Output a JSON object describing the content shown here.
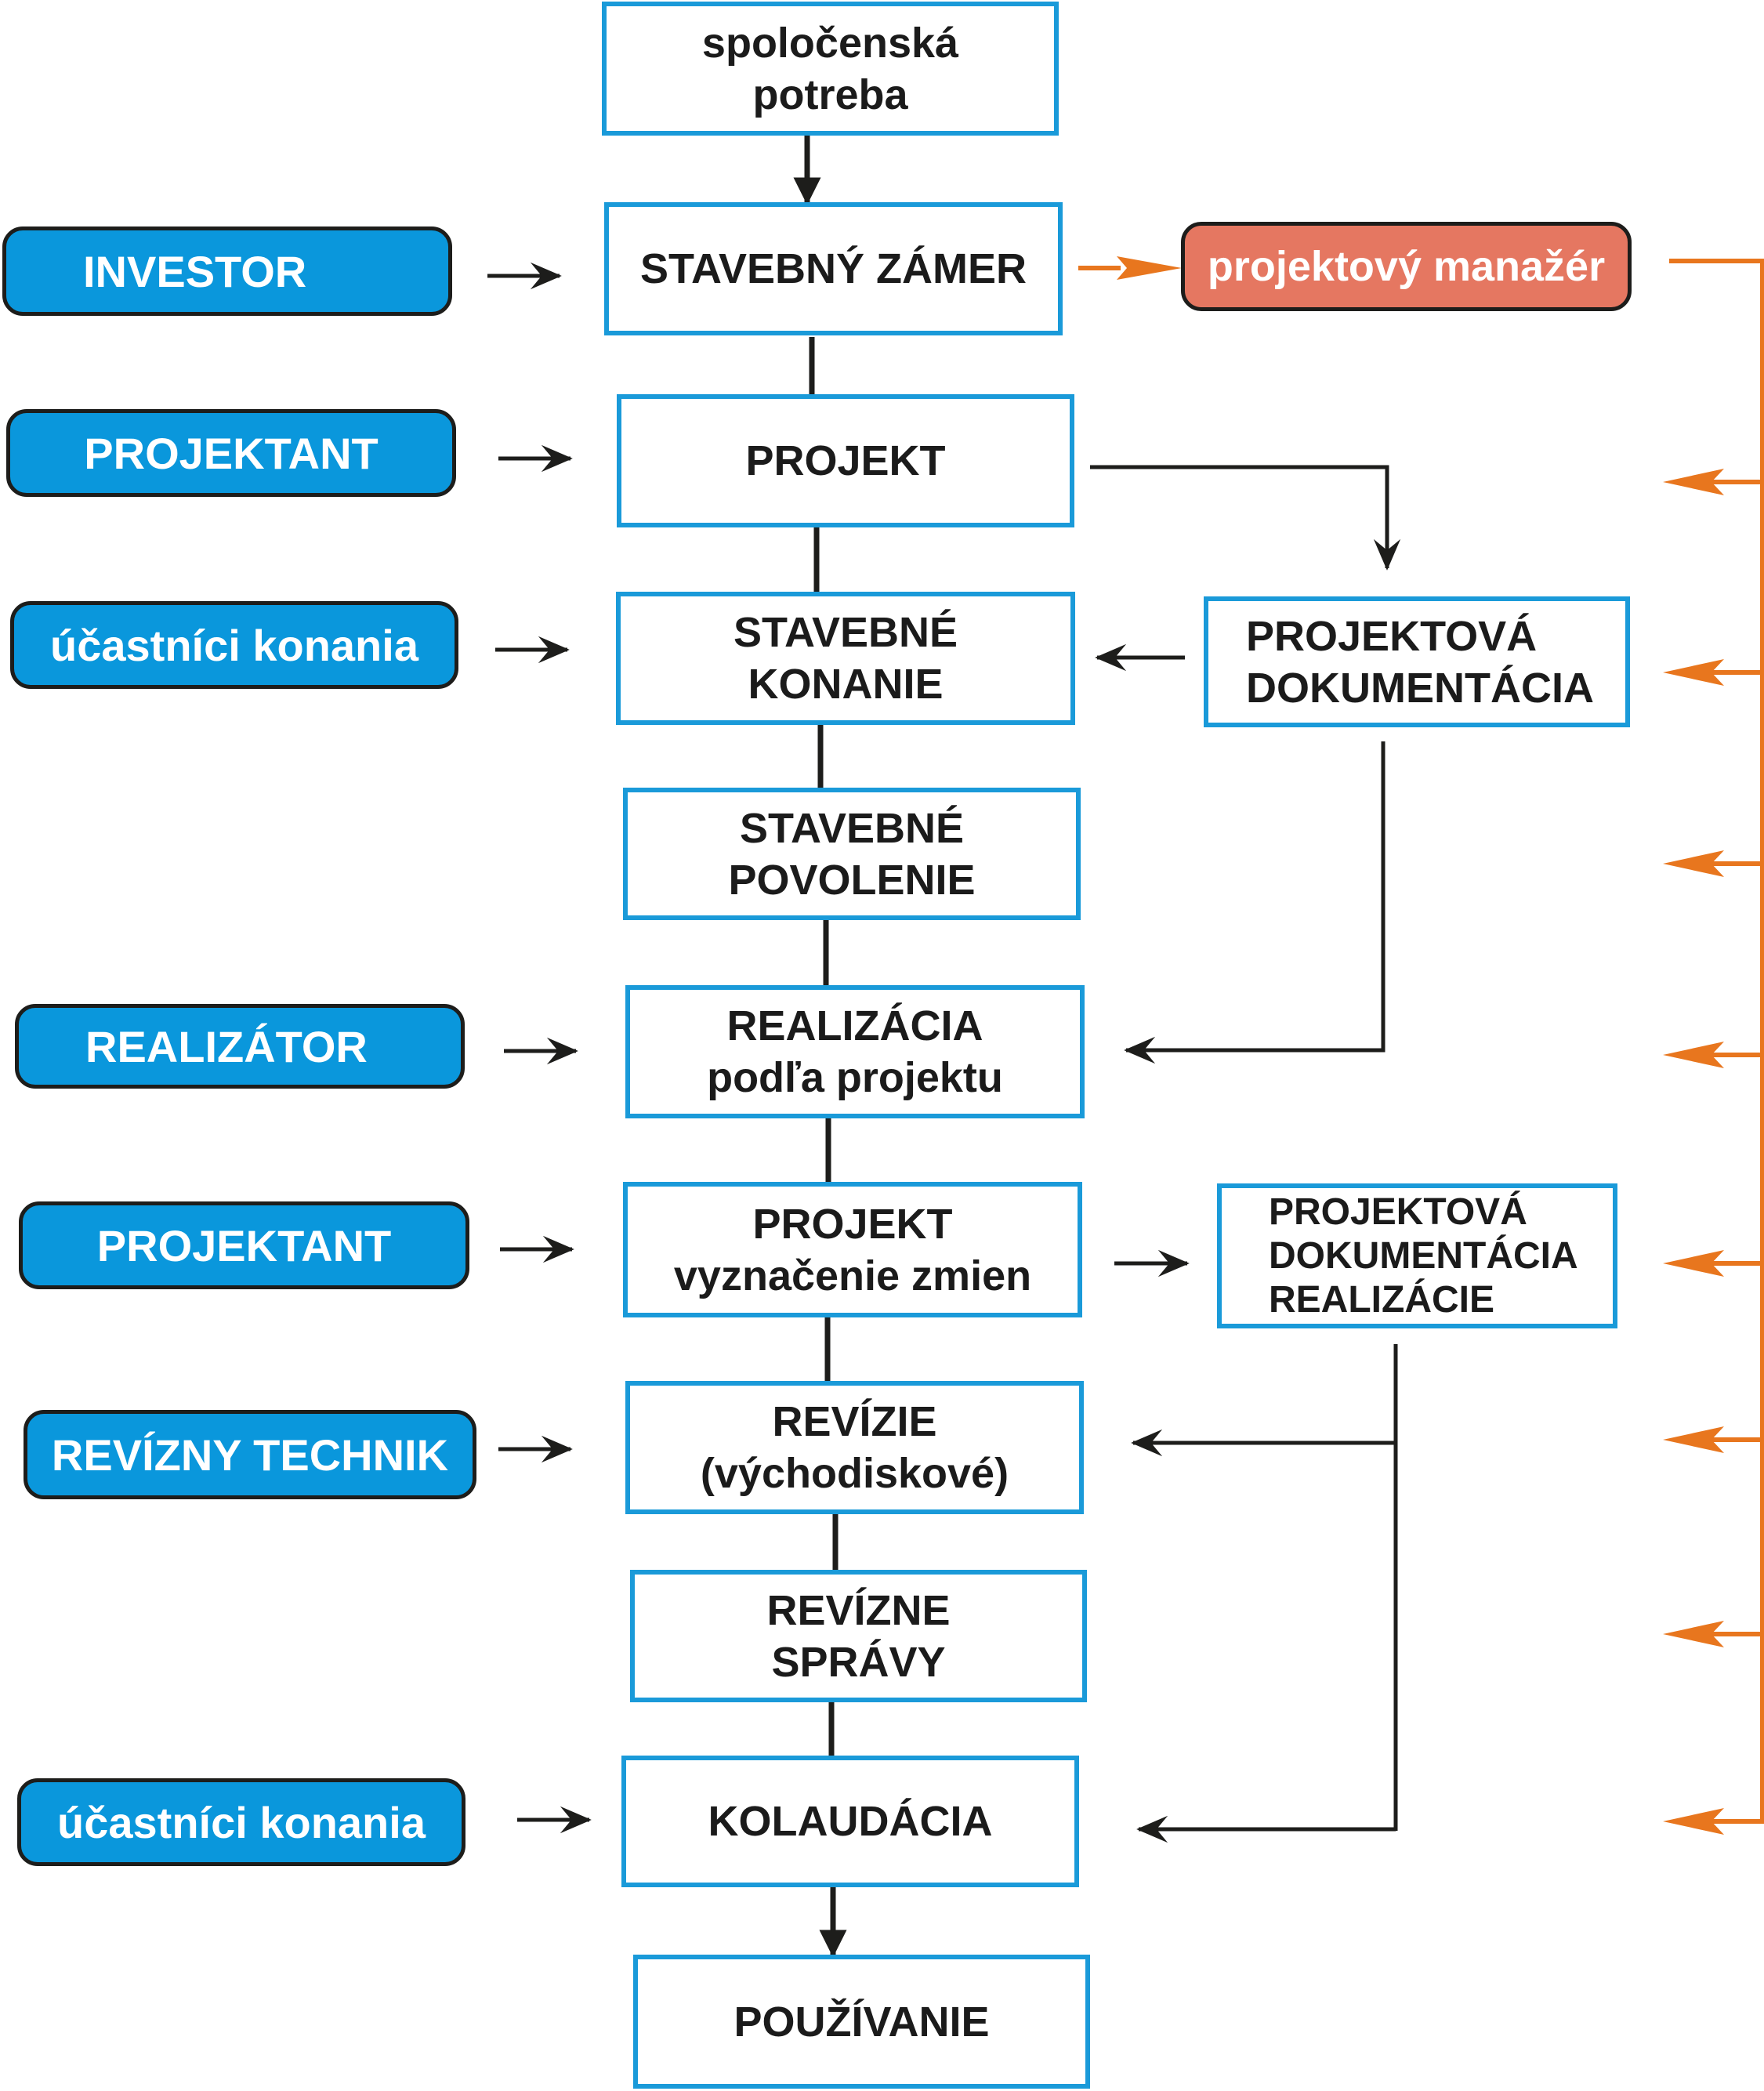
{
  "process": {
    "spolocenska_potreba": [
      "spoločenská",
      "potreba"
    ],
    "stavebny_zamer": [
      "STAVEBNÝ ZÁMER"
    ],
    "projekt": [
      "PROJEKT"
    ],
    "stavebne_konanie": [
      "STAVEBNÉ",
      "KONANIE"
    ],
    "stavebne_povolenie": [
      "STAVEBNÉ",
      "POVOLENIE"
    ],
    "realizacia": [
      "REALIZÁCIA",
      "podľa projektu"
    ],
    "projekt_zmeny": [
      "PROJEKT",
      "vyznačenie zmien"
    ],
    "revizie": [
      "REVÍZIE",
      "(východiskové)"
    ],
    "revizne_spravy": [
      "REVÍZNE",
      "SPRÁVY"
    ],
    "kolaudacia": [
      "KOLAUDÁCIA"
    ],
    "pouzivanie": [
      "POUŽÍVANIE"
    ]
  },
  "documents": {
    "projektova_dokumentacia": [
      "PROJEKTOVÁ",
      "DOKUMENTÁCIA"
    ],
    "projektova_dokumentacia_realizacie": [
      "PROJEKTOVÁ",
      "DOKUMENTÁCIA",
      "REALIZÁCIE"
    ]
  },
  "actors": {
    "investor": "INVESTOR",
    "projektant_1": "PROJEKTANT",
    "ucastnici_konania_1": "účastníci konania",
    "realizator": "REALIZÁTOR",
    "projektant_2": "PROJEKTANT",
    "revizny_technik": "REVÍZNY TECHNIK",
    "ucastnici_konania_2": "účastníci konania"
  },
  "manager": {
    "label": "projektový manažér"
  },
  "colors": {
    "box_border": "#1a9ad9",
    "actor_fill": "#0a97dc",
    "manager_fill": "#e57761",
    "manager_arrows": "#e8761e",
    "connector": "#1d1d1b"
  }
}
